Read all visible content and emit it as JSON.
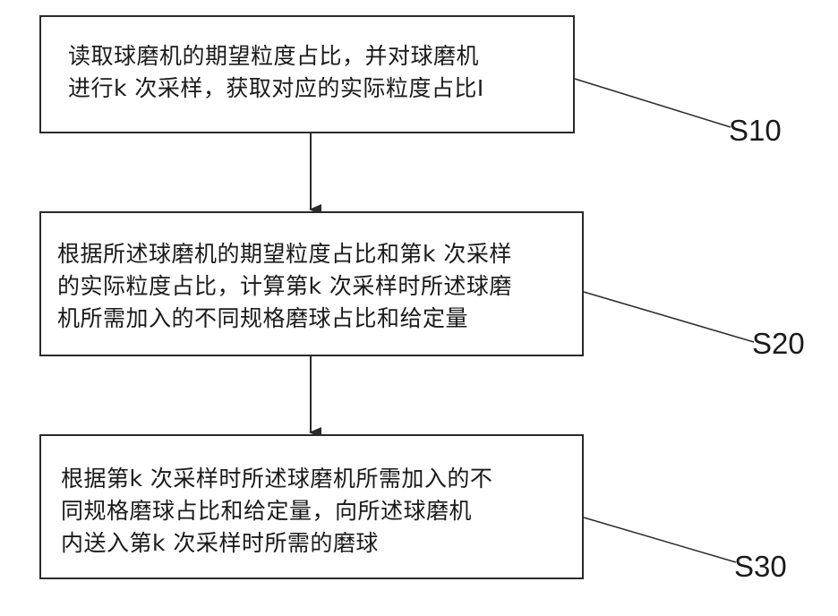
{
  "steps": [
    {
      "id": "S10",
      "text": "读取球磨机的期望粒度占比，并对球磨机\n进行k 次采样，获取对应的实际粒度占比I"
    },
    {
      "id": "S20",
      "text": "根据所述球磨机的期望粒度占比和第k 次采样\n的实际粒度占比，计算第k 次采样时所述球磨\n机所需加入的不同规格磨球占比和给定量"
    },
    {
      "id": "S30",
      "text": "根据第k 次采样时所述球磨机所需加入的不\n同规格磨球占比和给定量，向所述球磨机\n内送入第k 次采样时所需的磨球"
    }
  ],
  "colors": {
    "stroke": "#2a2a2a",
    "text": "#1a1a1a",
    "background": "#ffffff"
  }
}
